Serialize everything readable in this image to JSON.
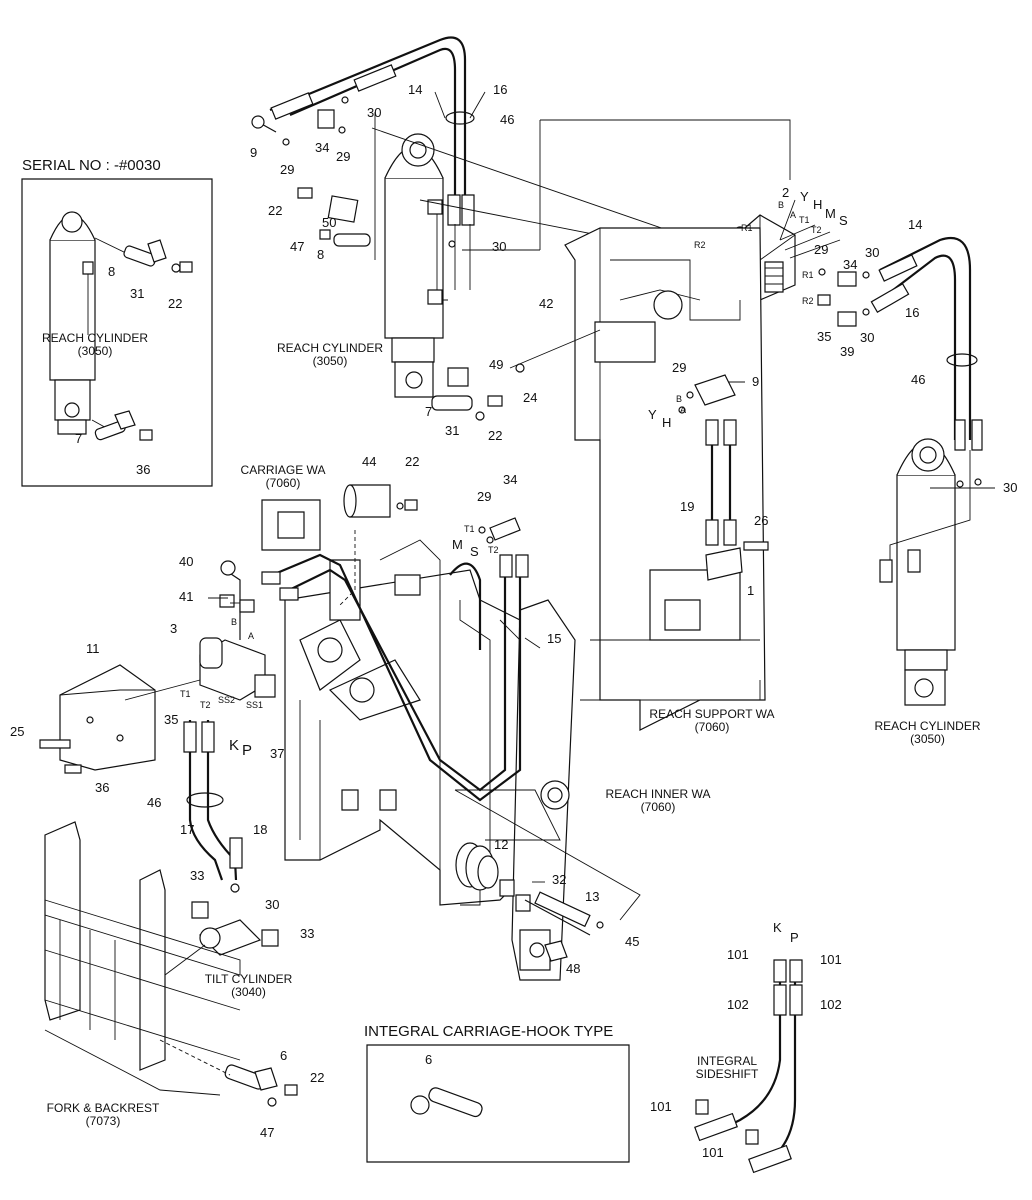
{
  "title_serial": "SERIAL NO : -#0030",
  "inset_title": "INTEGRAL CARRIAGE-HOOK TYPE",
  "assemblies": {
    "reach_cylinder_left": [
      "REACH CYLINDER",
      "(3050)"
    ],
    "reach_cylinder_center": [
      "REACH CYLINDER",
      "(3050)"
    ],
    "reach_cylinder_right": [
      "REACH CYLINDER",
      "(3050)"
    ],
    "carriage_wa": [
      "CARRIAGE WA",
      "(7060)"
    ],
    "reach_support_wa": [
      "REACH SUPPORT WA",
      "(7060)"
    ],
    "reach_inner_wa": [
      "REACH INNER WA",
      "(7060)"
    ],
    "tilt_cylinder": [
      "TILT CYLINDER",
      "(3040)"
    ],
    "fork_backrest": [
      "FORK & BACKREST",
      "(7073)"
    ],
    "integral_sideshift": [
      "INTEGRAL",
      "SIDESHIFT"
    ]
  },
  "port_letters": {
    "Y": "Y",
    "H": "H",
    "M": "M",
    "S": "S",
    "K": "K",
    "P": "P",
    "B": "B",
    "A": "A",
    "R1": "R1",
    "R2": "R2",
    "T1": "T1",
    "T2": "T2",
    "SS1": "SS1",
    "SS2": "SS2"
  },
  "callouts": {
    "c1": "1",
    "c2": "2",
    "c3": "3",
    "c6": "6",
    "c6b": "6",
    "c7a": "7",
    "c7b": "7",
    "c8a": "8",
    "c8b": "8",
    "c9a": "9",
    "c9b": "9",
    "c11": "11",
    "c12": "12",
    "c13": "13",
    "c14a": "14",
    "c14b": "14",
    "c15": "15",
    "c16a": "16",
    "c16b": "16",
    "c17": "17",
    "c18": "18",
    "c19": "19",
    "c22a": "22",
    "c22b": "22",
    "c22c": "22",
    "c22d": "22",
    "c22e": "22",
    "c24": "24",
    "c25": "25",
    "c26": "26",
    "c29a": "29",
    "c29b": "29",
    "c29c": "29",
    "c29d": "29",
    "c29e": "29",
    "c30a": "30",
    "c30b": "30",
    "c30c": "30",
    "c30d": "30",
    "c30e": "30",
    "c30f": "30",
    "c31a": "31",
    "c31b": "31",
    "c32": "32",
    "c33a": "33",
    "c33b": "33",
    "c34a": "34",
    "c34b": "34",
    "c34c": "34",
    "c35a": "35",
    "c35b": "35",
    "c36a": "36",
    "c36b": "36",
    "c37": "37",
    "c39": "39",
    "c40": "40",
    "c41": "41",
    "c42": "42",
    "c44": "44",
    "c45": "45",
    "c46a": "46",
    "c46b": "46",
    "c46c": "46",
    "c47a": "47",
    "c47b": "47",
    "c48": "48",
    "c49": "49",
    "c50": "50",
    "c101a": "101",
    "c101b": "101",
    "c101c": "101",
    "c101d": "101",
    "c102a": "102",
    "c102b": "102"
  }
}
